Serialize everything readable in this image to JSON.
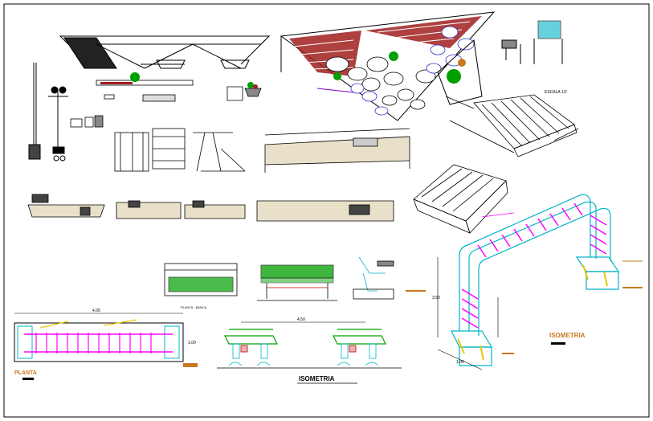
{
  "drawing": {
    "colors": {
      "background": "#ffffff",
      "line": "#000000",
      "magenta": "#ff00ff",
      "cyan": "#00b4c8",
      "green": "#00a000",
      "red": "#c80000",
      "blue": "#3030c8",
      "orange": "#c8781e",
      "brick": "#a01e1e",
      "yellow": "#e6c800"
    },
    "labels": {
      "planta_title": "PLANTA",
      "planta_dim_top": "4.00",
      "planta_dim_side": "1.00",
      "planta_bench_title": "PLANTA - BANCA",
      "benches_dim": "4.50",
      "isometria_bottom": "ISOMETRIA",
      "isometria_right": "ISOMETRIA",
      "arch_dim_height": "3.50",
      "arch_dim_base": "1.00",
      "stair_title": "ESCALA 1/2",
      "arch_h_dim": "1.00"
    }
  }
}
